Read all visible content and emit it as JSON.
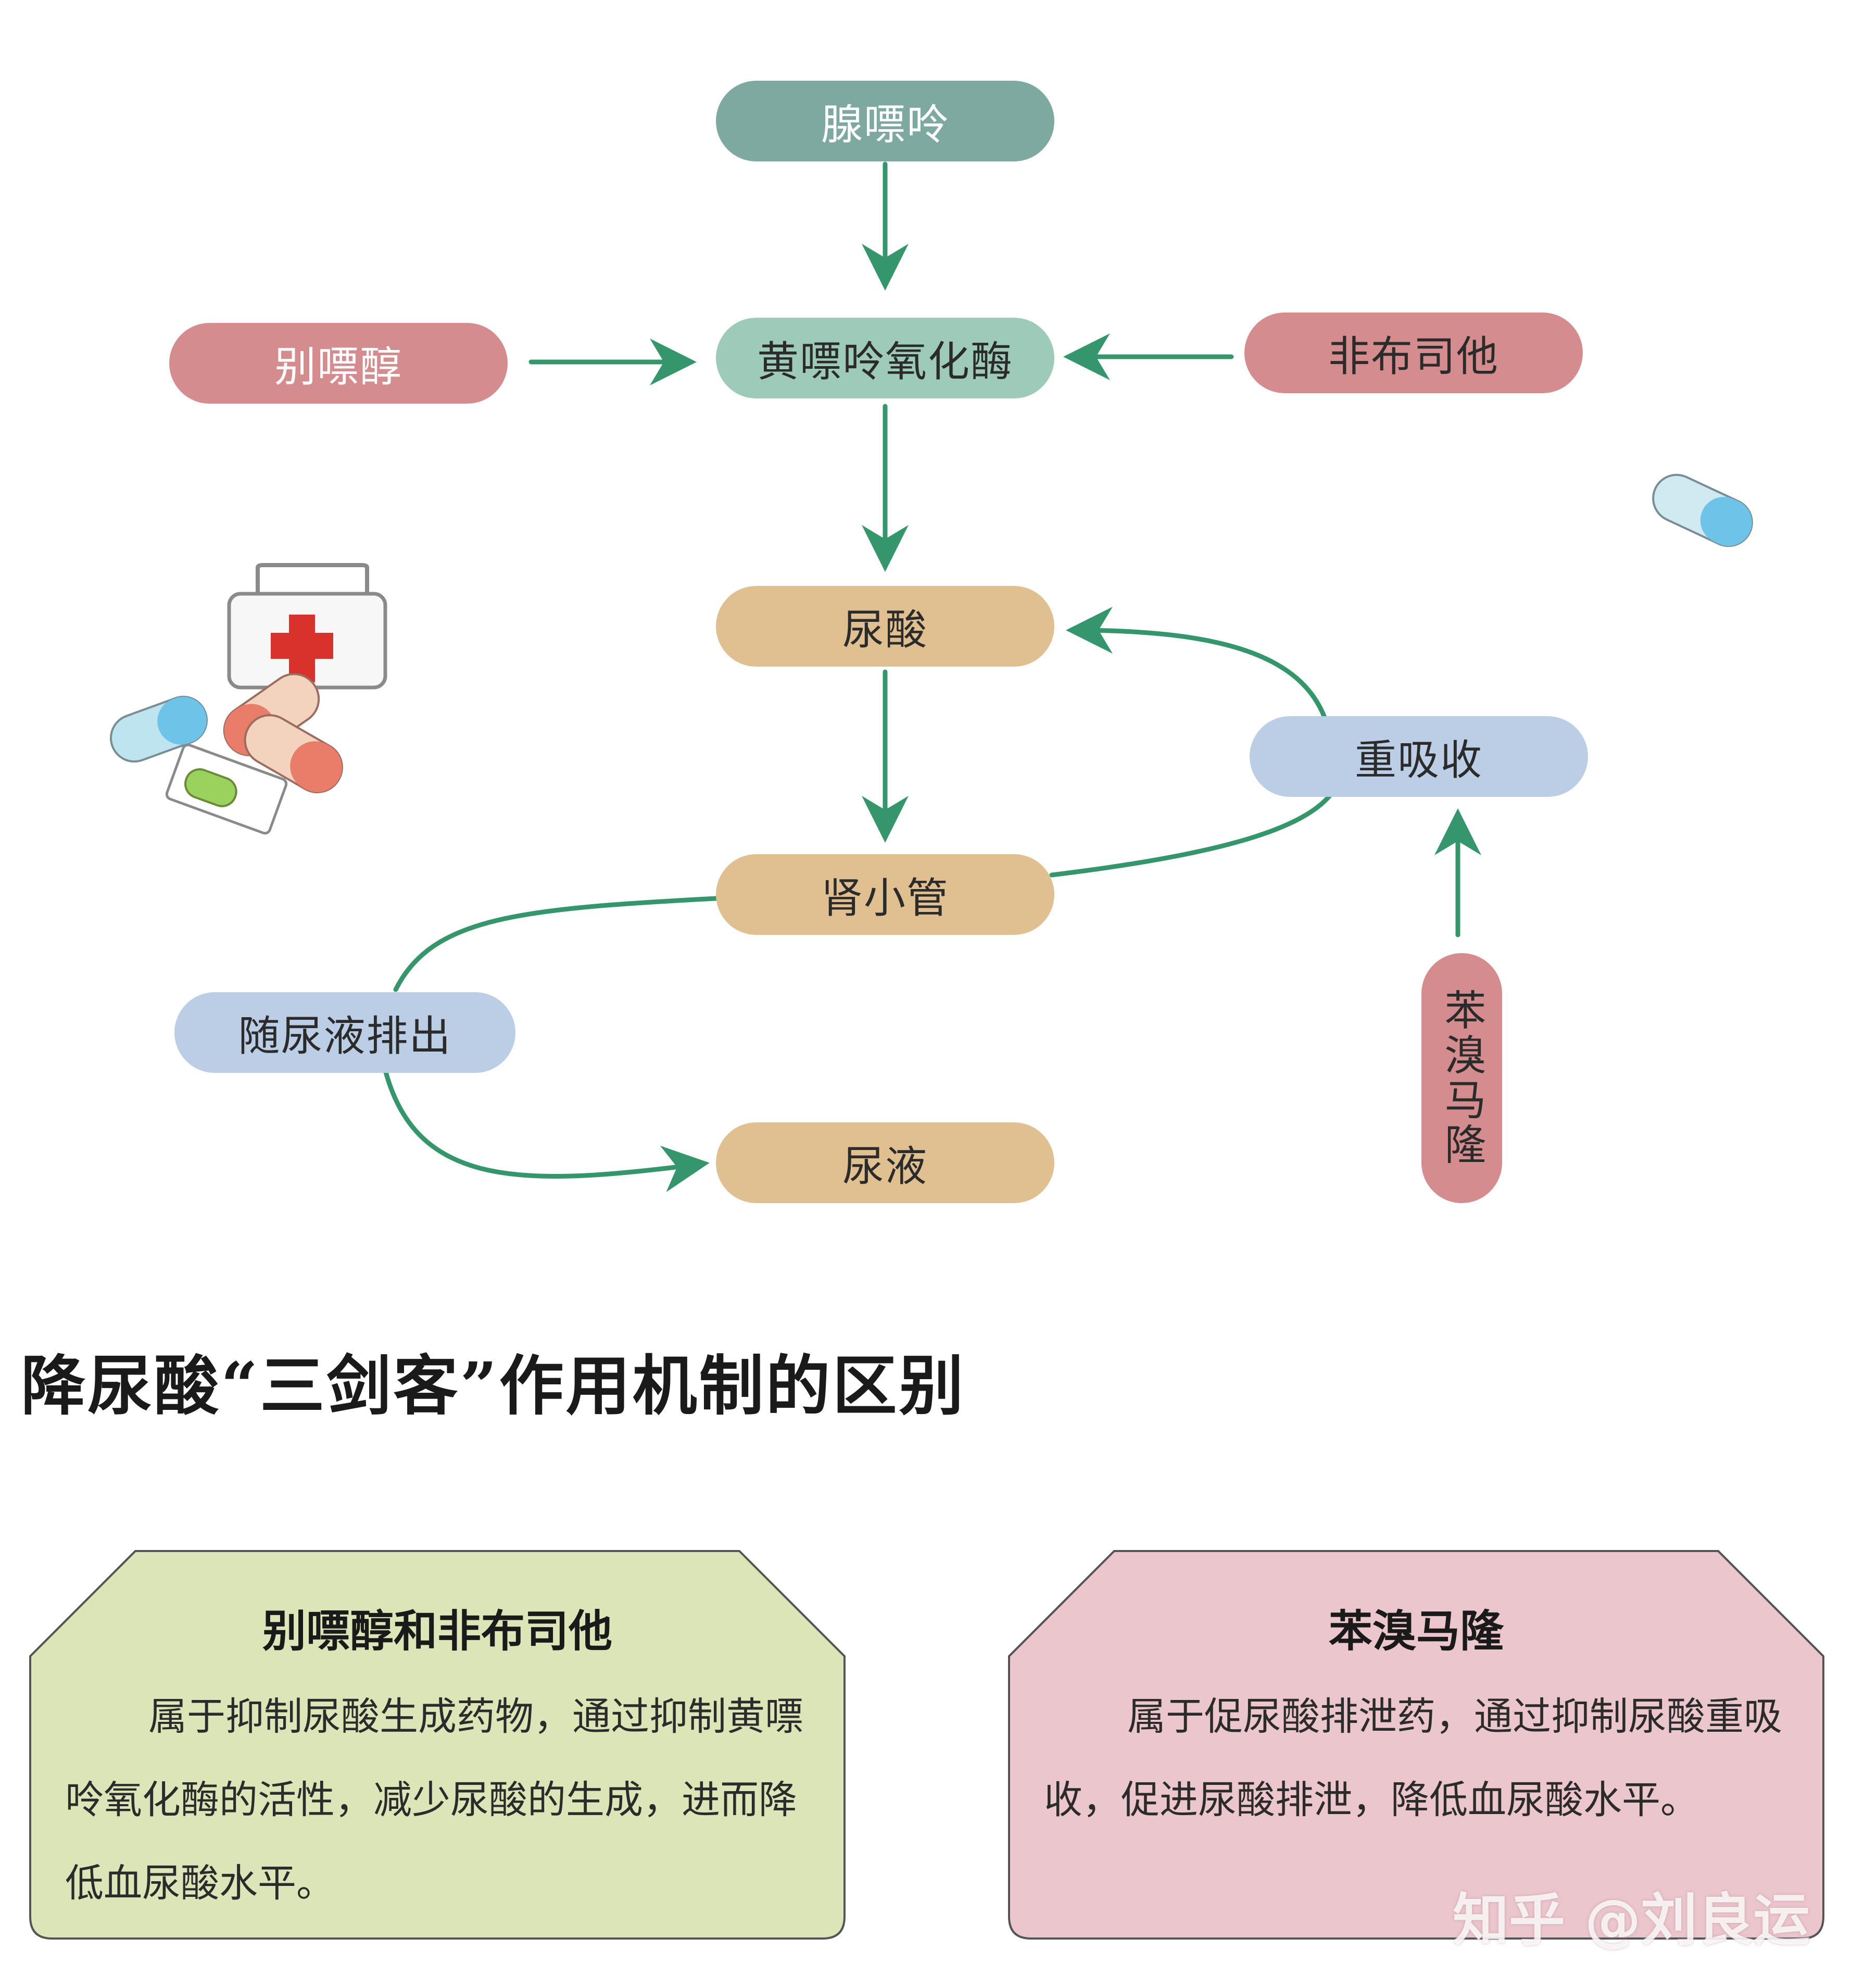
{
  "nodes": {
    "adenine": {
      "label": "腺嘌呤",
      "color": "#7ea9a0"
    },
    "xanthine_oxidase": {
      "label": "黄嘌呤氧化酶",
      "color": "#9dcab9"
    },
    "allopurinol": {
      "label": "别嘌醇",
      "color": "#d58c8e"
    },
    "febuxostat": {
      "label": "非布司他",
      "color": "#d58c8e"
    },
    "uric_acid": {
      "label": "尿酸",
      "color": "#e0bf91"
    },
    "reabsorption": {
      "label": "重吸收",
      "color": "#bccee5"
    },
    "renal_tubule": {
      "label": "肾小管",
      "color": "#e0bf91"
    },
    "excreted_with_urine": {
      "label": "随尿液排出",
      "color": "#bccee5"
    },
    "urine": {
      "label": "尿液",
      "color": "#e0bf91"
    },
    "benzbromarone": {
      "label": "苯溴马隆",
      "color": "#d58c8e"
    }
  },
  "arrow_color": "#35966b",
  "heading": "降尿酸“三剑客”作用机制的区别",
  "cards": {
    "left": {
      "title": "别嘌醇和非布司他",
      "body": "属于抑制尿酸生成药物，通过抑制黄嘌呤氧化酶的活性，减少尿酸的生成，进而降低血尿酸水平。",
      "fill": "#dce5b7"
    },
    "right": {
      "title": "苯溴马隆",
      "body": "属于促尿酸排泄药，通过抑制尿酸重吸收，促进尿酸排泄，降低血尿酸水平。",
      "fill": "#ecc6cd"
    }
  },
  "watermark": "知乎 @刘良运"
}
